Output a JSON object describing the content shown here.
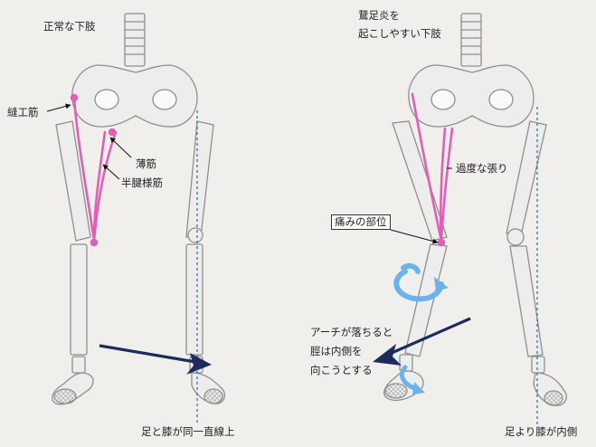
{
  "left_panel": {
    "title": "正常な下肢",
    "label_sartorius": "縫工筋",
    "label_gracilis": "薄筋",
    "label_semitendinosus": "半腱様筋",
    "caption": "足と膝が同一直線上"
  },
  "right_panel": {
    "title_line1": "鵞足炎を",
    "title_line2": "起こしやすい下肢",
    "label_tension": "過度な張り",
    "label_pain": "痛みの部位",
    "arch_line1": "アーチが落ちると",
    "arch_line2": "脛は内側を",
    "arch_line3": "向こうとする",
    "caption": "足より膝が内側"
  },
  "colors": {
    "background": "#f1efec",
    "bone_fill": "#ededed",
    "bone_stroke": "#8f8f8f",
    "muscle": "#e05fb5",
    "axis_line": "#2a6bb0",
    "arrow_dark": "#1d2a5c",
    "rotation_arrow": "#6bb3ea"
  }
}
